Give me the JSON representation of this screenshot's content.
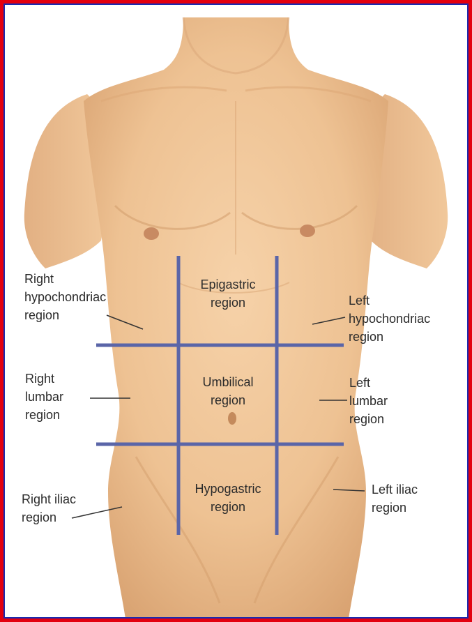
{
  "colors": {
    "frame_outer": "#e3000f",
    "frame_inner": "#1a2bb0",
    "grid_lines": "#5a65a8",
    "skin": "#f0c597",
    "skin_shadow": "#dba676",
    "label_text": "#2b2b2b"
  },
  "regions": {
    "right_hypochondriac": "Right\nhypochondriac\nregion",
    "epigastric": "Epigastric\nregion",
    "left_hypochondriac": "Left\nhypochondriac\nregion",
    "right_lumbar": "Right\nlumbar\nregion",
    "umbilical": "Umbilical\nregion",
    "left_lumbar": "Left\nlumbar\nregion",
    "right_iliac": "Right iliac\nregion",
    "hypogastric": "Hypogastric\nregion",
    "left_iliac": "Left iliac\nregion"
  }
}
